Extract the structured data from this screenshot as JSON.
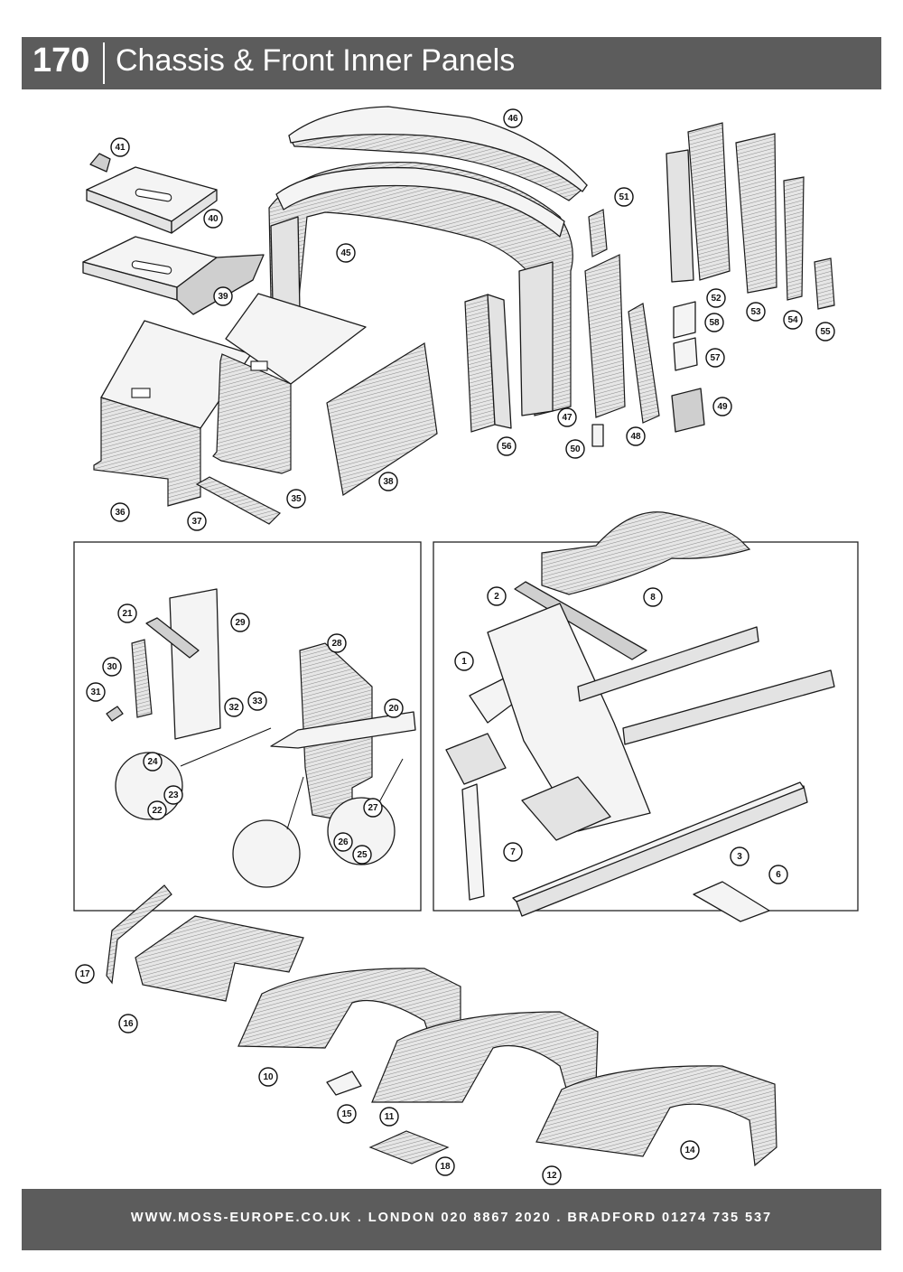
{
  "header": {
    "page_number": "170",
    "title": "Chassis & Front Inner Panels"
  },
  "footer": {
    "contact_line": "WWW.MOSS-EUROPE.CO.UK . LONDON 020 8867 2020 . BRADFORD 01274 735 537"
  },
  "colors": {
    "header_bar": "#5c5c5c",
    "header_text": "#ffffff",
    "line_art": "#1a1a1a"
  },
  "callouts": [
    "41",
    "46",
    "40",
    "45",
    "51",
    "39",
    "52",
    "53",
    "58",
    "54",
    "55",
    "57",
    "49",
    "56",
    "47",
    "48",
    "50",
    "36",
    "35",
    "37",
    "38",
    "8",
    "2",
    "21",
    "29",
    "1",
    "28",
    "30",
    "31",
    "32",
    "33",
    "20",
    "24",
    "23",
    "22",
    "27",
    "26",
    "25",
    "7",
    "3",
    "6",
    "17",
    "16",
    "10",
    "15",
    "11",
    "18",
    "12",
    "14"
  ]
}
